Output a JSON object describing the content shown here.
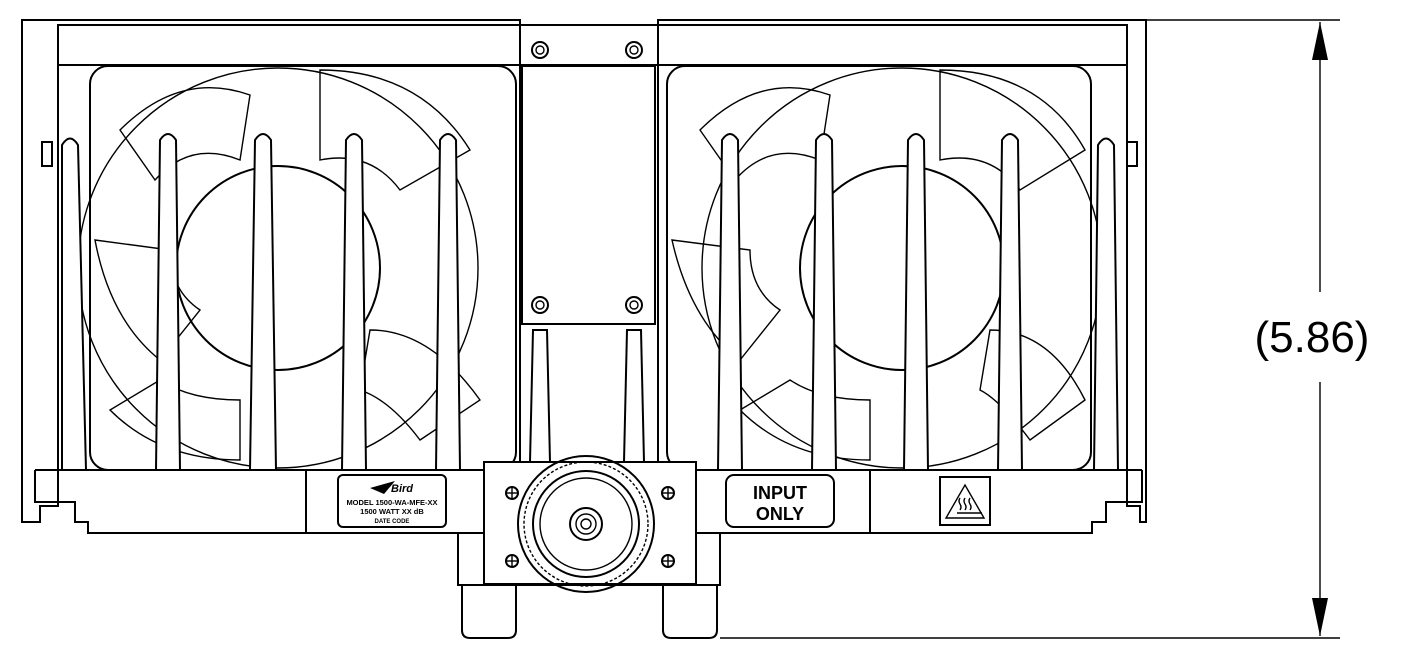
{
  "dimension": {
    "label": "(5.86)"
  },
  "nameplate": {
    "brand": "Bird",
    "model": "MODEL 1500-WA-MFE-XX",
    "rating": "1500 WATT  XX dB",
    "date": "DATE CODE"
  },
  "input_label": {
    "line1": "INPUT",
    "line2": "ONLY"
  },
  "hot_surface_icon": "hot-surface-warning-icon"
}
